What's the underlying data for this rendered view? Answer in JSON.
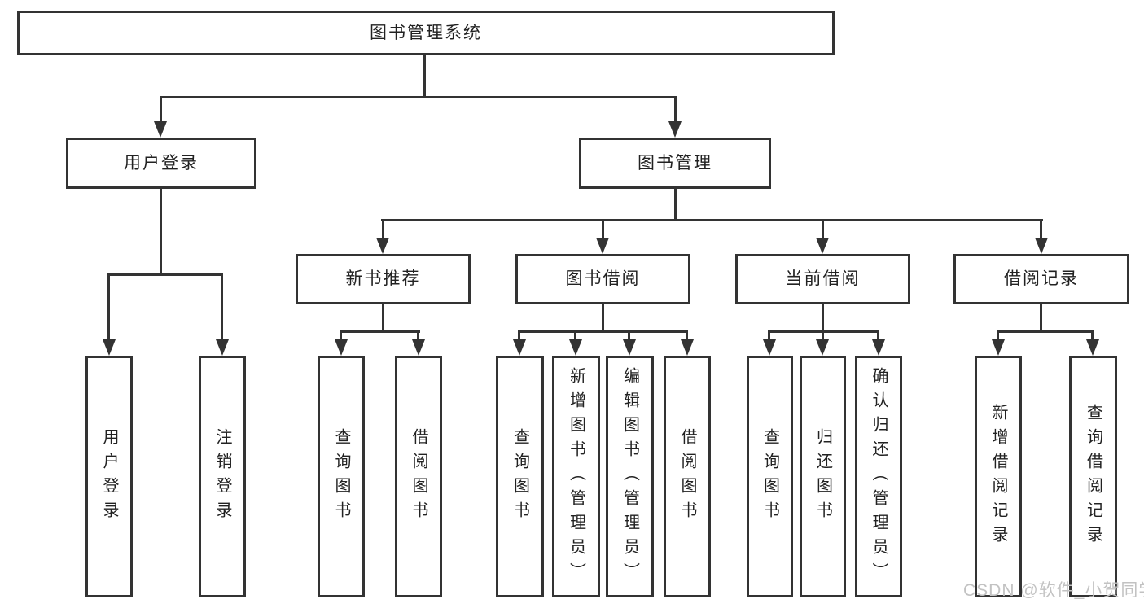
{
  "diagram_type": "hierarchy-org-chart",
  "tree": {
    "root": {
      "label": "图书管理系统",
      "children": [
        {
          "label": "用户登录",
          "children": [
            {
              "label": "用户登录"
            },
            {
              "label": "注销登录"
            }
          ]
        },
        {
          "label": "图书管理",
          "children": [
            {
              "label": "新书推荐",
              "children": [
                {
                  "label": "查询图书"
                },
                {
                  "label": "借阅图书"
                }
              ]
            },
            {
              "label": "图书借阅",
              "children": [
                {
                  "label": "查询图书"
                },
                {
                  "label": "新增图书（管理员）"
                },
                {
                  "label": "编辑图书（管理员）"
                },
                {
                  "label": "借阅图书"
                }
              ]
            },
            {
              "label": "当前借阅",
              "children": [
                {
                  "label": "查询图书"
                },
                {
                  "label": "归还图书"
                },
                {
                  "label": "确认归还（管理员）"
                }
              ]
            },
            {
              "label": "借阅记录",
              "children": [
                {
                  "label": "新增借阅记录"
                },
                {
                  "label": "查询借阅记录"
                }
              ]
            }
          ]
        }
      ]
    }
  },
  "watermark": {
    "text": "CSDN @软件_小贺同学"
  },
  "colors": {
    "line": "#333333",
    "text": "#222222",
    "watermark": "#c2c2c2",
    "background": "#ffffff"
  }
}
